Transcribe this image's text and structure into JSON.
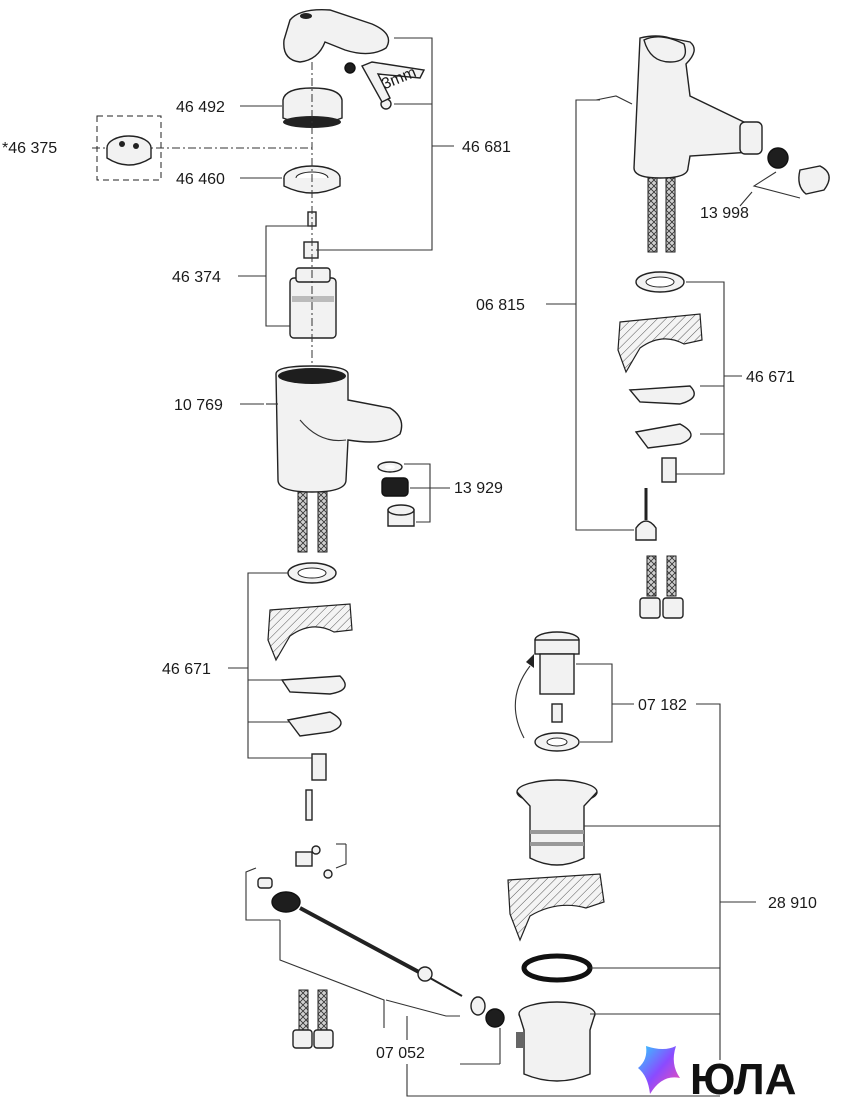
{
  "diagram": {
    "labels": {
      "p46375": "*46 375",
      "p46492": "46 492",
      "p46460": "46 460",
      "p46681": "46 681",
      "p46374": "46 374",
      "p10769": "10 769",
      "p13929": "13 929",
      "p46671_left": "46 671",
      "p06815": "06 815",
      "p13998": "13 998",
      "p46671_right": "46 671",
      "p07182": "07 182",
      "p28910": "28 910",
      "p07052": "07 052",
      "wrench": "3mm"
    }
  },
  "logo": {
    "text": "ЮЛА",
    "colors": [
      "#8a4bff",
      "#2fd0ff",
      "#ff4fa8"
    ]
  }
}
